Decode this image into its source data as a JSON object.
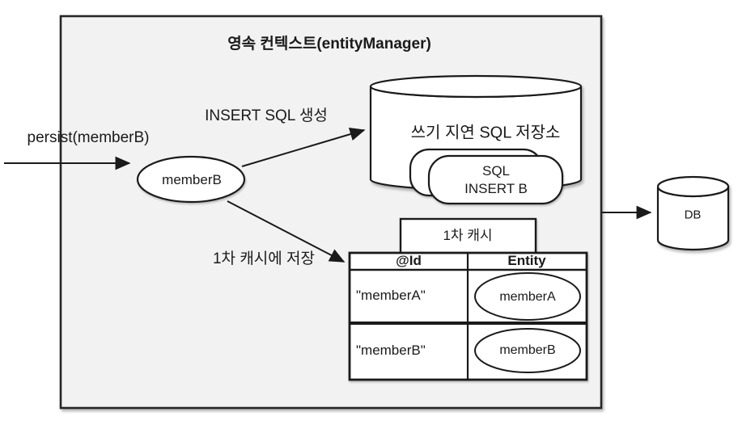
{
  "colors": {
    "context_fill": "#f2f2f2",
    "shape_fill": "#ffffff",
    "stroke": "#1a1a1a",
    "text": "#1a1a1a"
  },
  "context": {
    "title": "영속 컨텍스트(entityManager)"
  },
  "labels": {
    "persist_call": "persist(memberB)",
    "insert_sql_create": "INSERT SQL 생성",
    "store_in_first_cache": "1차 캐시에 저장"
  },
  "entity": {
    "member_b": "memberB"
  },
  "sql_store": {
    "title": "쓰기 지연 SQL 저장소",
    "card_line1": "SQL",
    "card_line2": "INSERT B"
  },
  "cache": {
    "tab": "1차 캐시",
    "columns": [
      "@Id",
      "Entity"
    ],
    "rows": [
      {
        "id": "\"memberA\"",
        "entity": "memberA"
      },
      {
        "id": "\"memberB\"",
        "entity": "memberB"
      }
    ]
  },
  "db": {
    "label": "DB"
  }
}
